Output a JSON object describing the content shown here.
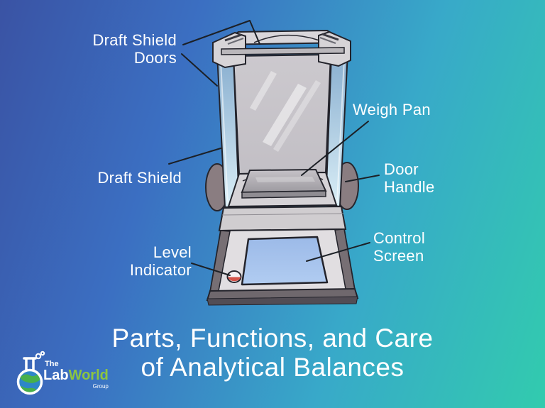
{
  "background": {
    "gradient_start": "#3A53A4",
    "gradient_mid_blue": "#3B6FC2",
    "gradient_mid_cyan": "#38A9C9",
    "gradient_end": "#32CBAE"
  },
  "labels": {
    "draft_shield_doors": {
      "line1": "Draft Shield",
      "line2": "Doors"
    },
    "weigh_pan": {
      "line1": "Weigh Pan"
    },
    "draft_shield": {
      "line1": "Draft Shield"
    },
    "door_handle": {
      "line1": "Door",
      "line2": "Handle"
    },
    "control_screen": {
      "line1": "Control",
      "line2": "Screen"
    },
    "level_indicator": {
      "line1": "Level",
      "line2": "Indicator"
    }
  },
  "title": {
    "line1": "Parts, Functions, and Care",
    "line2": "of Analytical Balances"
  },
  "logo": {
    "the": "The",
    "lab": "Lab",
    "world": "World",
    "group": "Group"
  },
  "illustration": {
    "subject": "analytical balance",
    "colors": {
      "outline": "#23232B",
      "body_gray": "#D7D4D7",
      "glass_tint": "#9FC2DC",
      "pan_gray": "#A5A2A8",
      "knob_gray": "#8A7D81",
      "screen_blue": "#A5C2EC",
      "level_red": "#D4544A",
      "label_text": "#FFFFFF"
    }
  }
}
